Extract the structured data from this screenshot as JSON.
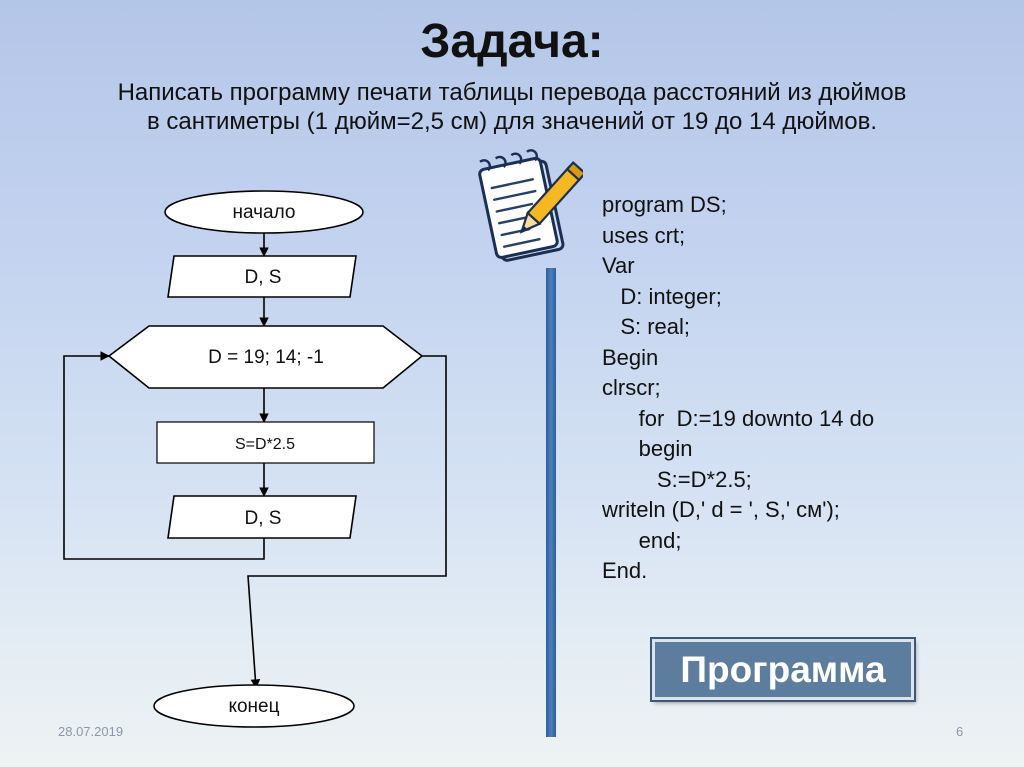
{
  "slide": {
    "title": "Задача:",
    "task_line1": "Написать программу печати таблицы перевода расстояний из дюймов",
    "task_line2": "в сантиметры (1 дюйм=2,5 см) для значений от 19 до 14 дюймов."
  },
  "flowchart": {
    "start": "начало",
    "input": "D, S",
    "loop": "D = 19; 14; -1",
    "process": "S=D*2.5",
    "output": "D, S",
    "end": "конец"
  },
  "code": {
    "lines": [
      "program DS;",
      "uses crt;",
      "Var",
      "   D: integer;",
      "   S: real;",
      "Begin",
      "clrscr;",
      "      for  D:=19 downto 14 do",
      "      begin",
      "         S:=D*2.5;",
      "writeln (D,' d = ', S,' см');",
      "      end;",
      "End."
    ]
  },
  "button": {
    "label": "Программа"
  },
  "footer": {
    "date": "28.07.2019",
    "page": "6"
  },
  "colors": {
    "divider": "#3a6dab",
    "button_bg": "#5d7d9f",
    "shape_fill": "#ffffff",
    "line": "#000000"
  },
  "icons": {
    "notepad": "notepad-pencil-icon"
  }
}
